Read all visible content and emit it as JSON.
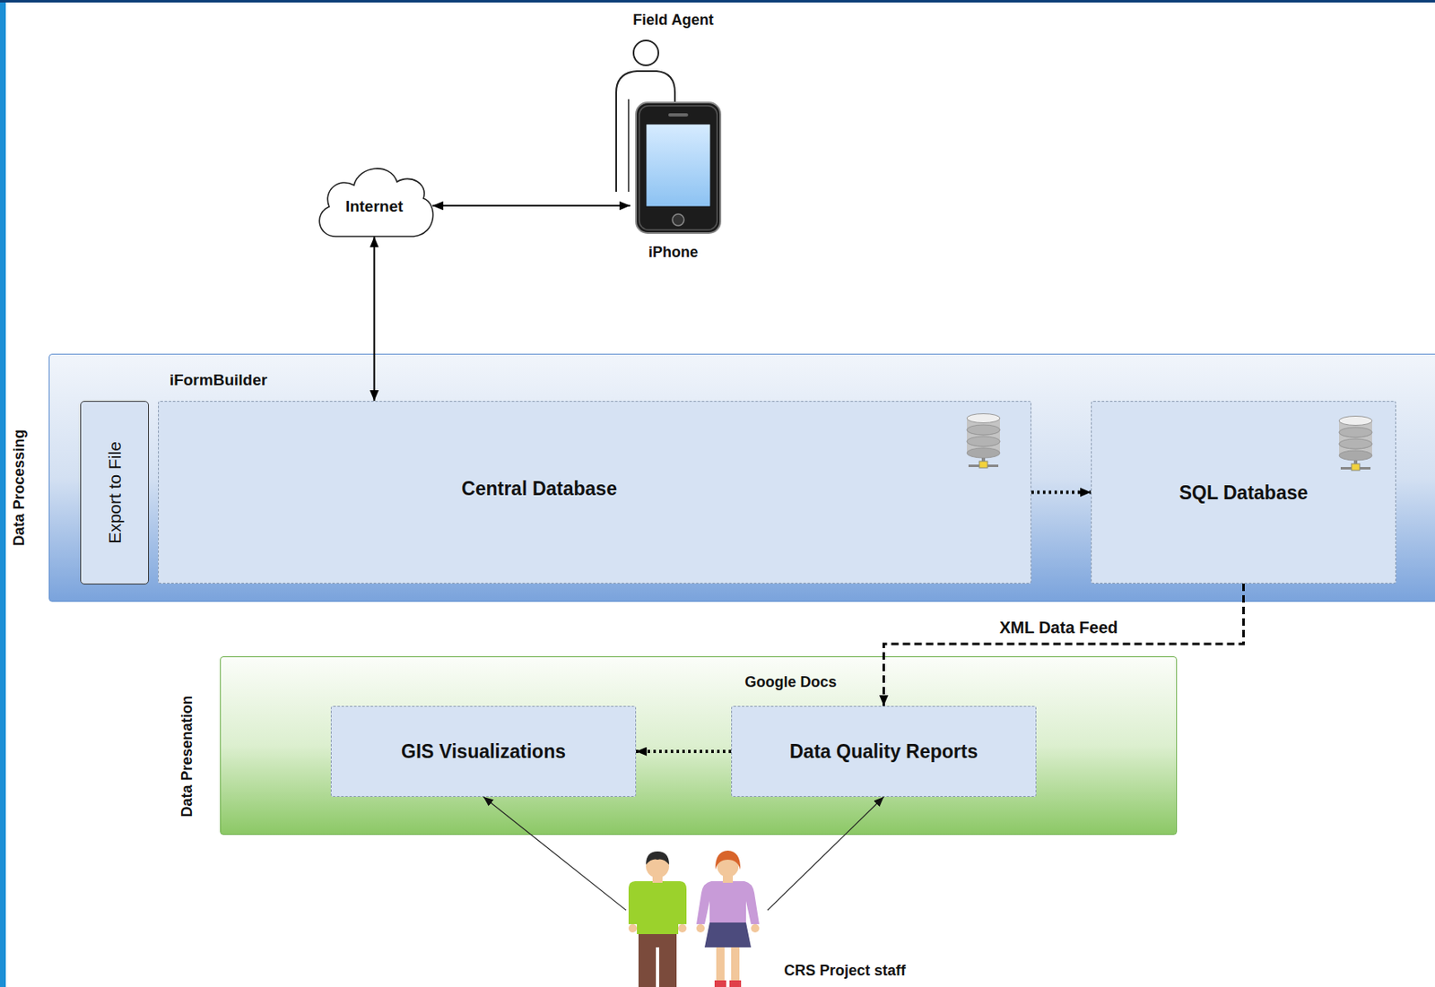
{
  "diagram": {
    "nodes": [
      {
        "text": [
          "Field Agent",
          "iPhone"
        ]
      },
      {
        "text": [
          "Internet"
        ]
      },
      {
        "text": [
          "Data Processing",
          "iFormBuilder"
        ]
      },
      {
        "text": [
          "Export to File"
        ],
        "in": 2
      },
      {
        "text": [
          "Central Database"
        ],
        "in": 2
      },
      {
        "text": [
          "SQL Database"
        ],
        "in": 2
      },
      {
        "text": [
          "Data Presenation",
          "Google Docs"
        ]
      },
      {
        "text": [
          "GIS Visualizations"
        ],
        "in": 6
      },
      {
        "text": [
          "Data Quality Reports"
        ],
        "in": 6
      },
      {
        "text": [
          "CRS Project staff"
        ]
      }
    ],
    "edges": [
      {
        "from": 0,
        "to": 1,
        "arrow": "both"
      },
      {
        "from": 1,
        "to": 4,
        "arrow": "both"
      },
      {
        "from": 4,
        "to": 5,
        "arrow": "to"
      },
      {
        "from": 5,
        "to": 8,
        "label": "XML Data Feed",
        "arrow": "to"
      },
      {
        "from": 8,
        "to": 7,
        "arrow": "to"
      },
      {
        "from": 9,
        "to": 7,
        "arrow": "to"
      },
      {
        "from": 9,
        "to": 8,
        "arrow": "to"
      }
    ]
  }
}
